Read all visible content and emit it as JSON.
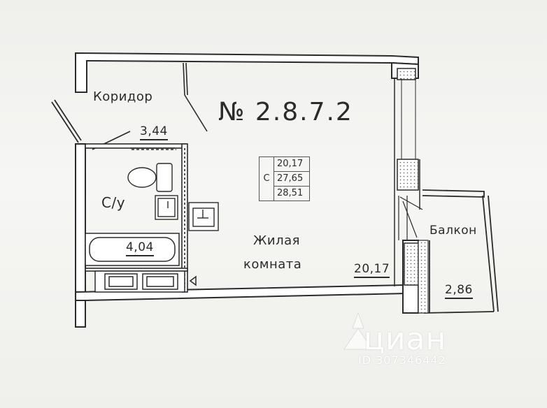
{
  "plan": {
    "apartment_number": "№  2.8.7.2",
    "rooms": {
      "corridor": {
        "name": "Коридор",
        "area": "3,44"
      },
      "bathroom": {
        "name": "С/у",
        "area": "4,04"
      },
      "living": {
        "name_line1": "Жилая",
        "name_line2": "комната",
        "area": "20,17"
      },
      "balcony": {
        "name": "Балкон",
        "area": "2,86"
      }
    },
    "area_table": {
      "marker": "С",
      "rows": [
        "20,17",
        "27,65",
        "28,51"
      ]
    }
  },
  "watermark": {
    "brand": "циан",
    "id_text": "ID 307346442"
  },
  "colors": {
    "line": "#2b2b2b",
    "wall_fill": "#ffffff",
    "background": "#f4f4f2"
  }
}
